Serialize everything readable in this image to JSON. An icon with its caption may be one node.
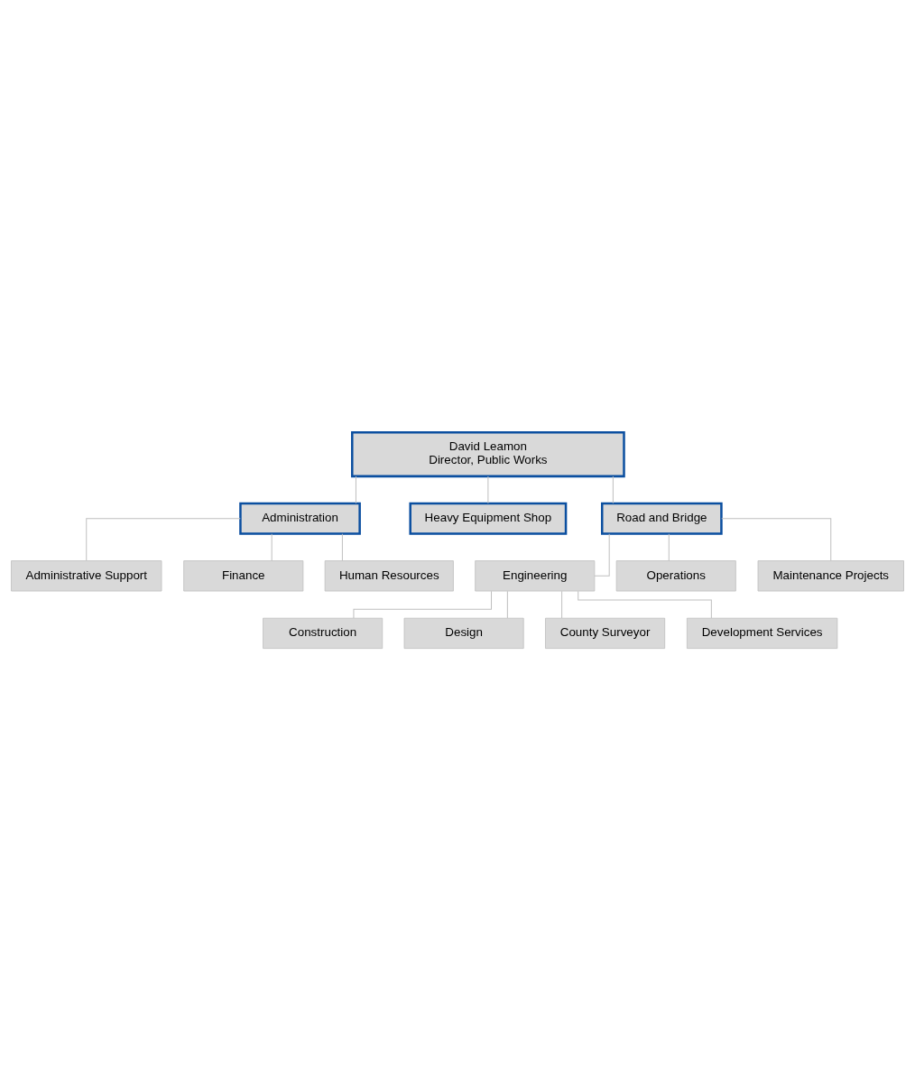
{
  "diagram": {
    "nodes": [
      {
        "text": [
          "David Leamon",
          "Director, Public Works"
        ]
      },
      {
        "text": [
          "Administration"
        ]
      },
      {
        "text": [
          "Heavy Equipment Shop"
        ]
      },
      {
        "text": [
          "Road and Bridge"
        ]
      },
      {
        "text": [
          "Administrative Support"
        ]
      },
      {
        "text": [
          "Finance"
        ]
      },
      {
        "text": [
          "Human Resources"
        ]
      },
      {
        "text": [
          "Engineering"
        ]
      },
      {
        "text": [
          "Construction"
        ]
      },
      {
        "text": [
          "Design"
        ]
      },
      {
        "text": [
          "County Surveyor"
        ]
      },
      {
        "text": [
          "Development Services"
        ]
      },
      {
        "text": [
          "Operations"
        ]
      },
      {
        "text": [
          "Maintenance Projects"
        ]
      }
    ],
    "edges": [
      {
        "from": 0,
        "to": 1,
        "arrow": "none"
      },
      {
        "from": 0,
        "to": 2,
        "arrow": "none"
      },
      {
        "from": 0,
        "to": 3,
        "arrow": "none"
      },
      {
        "from": 1,
        "to": 4,
        "arrow": "none"
      },
      {
        "from": 1,
        "to": 5,
        "arrow": "none"
      },
      {
        "from": 1,
        "to": 6,
        "arrow": "none"
      },
      {
        "from": 3,
        "to": 7,
        "arrow": "none"
      },
      {
        "from": 7,
        "to": 8,
        "arrow": "none"
      },
      {
        "from": 7,
        "to": 9,
        "arrow": "none"
      },
      {
        "from": 7,
        "to": 10,
        "arrow": "none"
      },
      {
        "from": 7,
        "to": 11,
        "arrow": "none"
      },
      {
        "from": 3,
        "to": 12,
        "arrow": "none"
      },
      {
        "from": 3,
        "to": 13,
        "arrow": "none"
      }
    ]
  }
}
